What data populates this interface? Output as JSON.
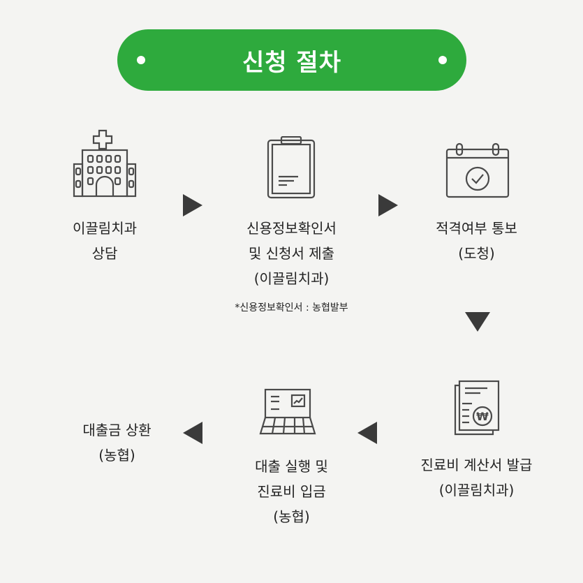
{
  "banner": {
    "title": "신청 절차"
  },
  "steps": [
    {
      "line1": "이끌림치과",
      "line2": "상담"
    },
    {
      "line1": "신용정보확인서",
      "line2": "및 신청서 제출",
      "line3": "(이끌림치과)",
      "note": "*신용정보확인서 : 농협발부"
    },
    {
      "line1": "적격여부 통보",
      "line2": "(도청)"
    },
    {
      "line1": "진료비 계산서 발급",
      "line2": "(이끌림치과)"
    },
    {
      "line1": "대출 실행 및",
      "line2": "진료비 입금",
      "line3": "(농협)"
    },
    {
      "line1": "대출금 상환",
      "line2": "(농협)"
    }
  ],
  "icons": [
    "hospital-icon",
    "clipboard-icon",
    "calendar-check-icon",
    "invoice-won-icon",
    "laptop-chart-icon"
  ],
  "colors": {
    "accent": "#2eaa3d",
    "arrow": "#3a3a3a",
    "icon_stroke": "#4a4a4a"
  },
  "won_symbol": "₩"
}
